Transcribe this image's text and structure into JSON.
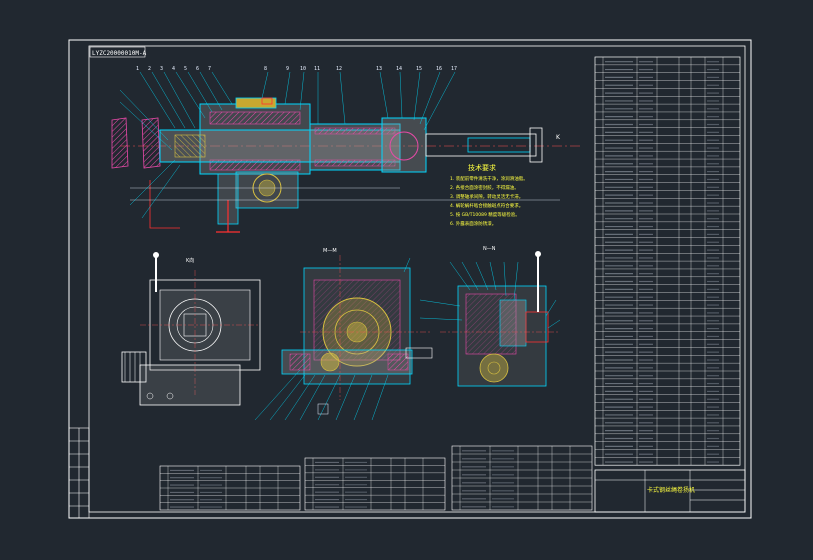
{
  "colors": {
    "background": "#212830",
    "frame": "#ffffff",
    "outline": "#00d7ff",
    "part_fill": "#b8b8b8",
    "hatch": "#e84aa8",
    "red_parts": "#ff3030",
    "dimension": "#e8f0ff",
    "notes": "#ffff40",
    "leaders": "#00e0ff",
    "centerline": "#ff5050",
    "tables": "#ffffff"
  },
  "drawing": {
    "code": "LYZC20000010M-A",
    "section_label_1": "N—N",
    "section_label_2": "M—M",
    "view_label": "K向",
    "tech_title": "技术要求",
    "tech_notes": [
      "1. 装配前零件清洗干净，涂润滑油脂。",
      "2. 各接合面涂密封胶，不得漏油。",
      "3. 调整轴承间隙，转动灵活无卡滞。",
      "4. 蜗轮蜗杆啮合接触斑点符合要求。",
      "5. 按 GB/T10089 精度等级检验。",
      "6. 外露表面涂防锈漆。"
    ],
    "title_block_name": "卡式钢丝绳卷扬机"
  },
  "icons": [
    "handwheel-icon",
    "worm-gear-icon",
    "bolt-icon"
  ]
}
